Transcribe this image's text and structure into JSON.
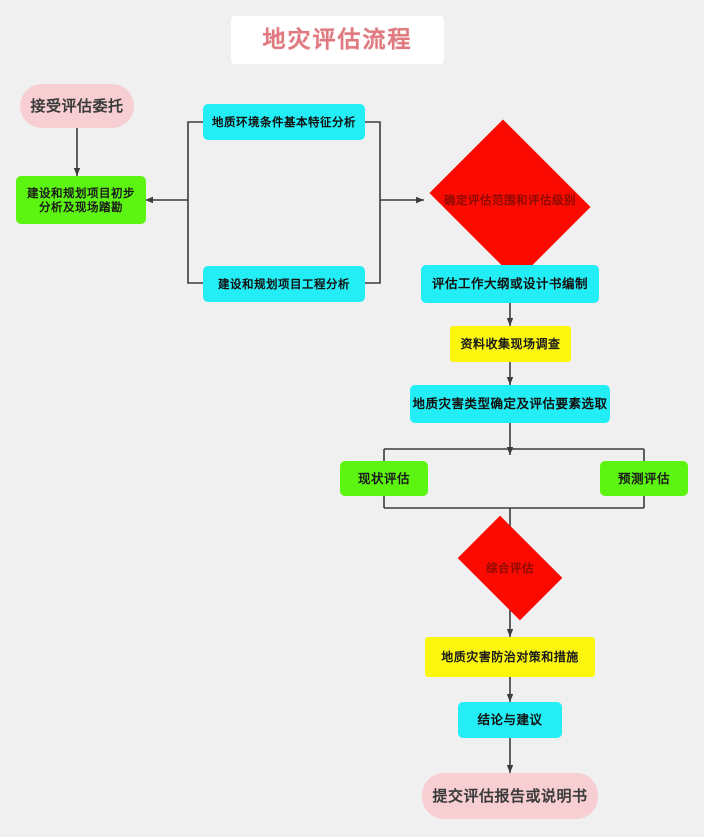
{
  "page": {
    "title": "地灾评估流程",
    "background_color": "#f0f0f0"
  },
  "colors": {
    "title_text": "#e07a80",
    "terminator_pink": "#f7cfd2",
    "process_green": "#5cf511",
    "process_cyan": "#23eef5",
    "process_yellow": "#fbf60e",
    "decision_red": "#fa0a00",
    "edge_line": "#3c3c3c"
  },
  "chart_data": {
    "type": "flowchart",
    "title": "地灾评估流程",
    "nodes": [
      {
        "id": "n1",
        "label": "接受评估委托",
        "shape": "terminator",
        "color": "#f7cfd2"
      },
      {
        "id": "n2",
        "label": "建设和规划项目初步分析及现场踏勘",
        "shape": "process",
        "color": "#5cf511"
      },
      {
        "id": "n3",
        "label": "地质环境条件基本特征分析",
        "shape": "process",
        "color": "#23eef5"
      },
      {
        "id": "n4",
        "label": "建设和规划项目工程分析",
        "shape": "process",
        "color": "#23eef5"
      },
      {
        "id": "n5",
        "label": "确定评估范围和评估级别",
        "shape": "decision",
        "color": "#fa0a00"
      },
      {
        "id": "n6",
        "label": "评估工作大纲或设计书编制",
        "shape": "process",
        "color": "#23eef5"
      },
      {
        "id": "n7",
        "label": "资料收集现场调查",
        "shape": "process",
        "color": "#fbf60e"
      },
      {
        "id": "n8",
        "label": "地质灾害类型确定及评估要素选取",
        "shape": "process",
        "color": "#23eef5"
      },
      {
        "id": "n9",
        "label": "现状评估",
        "shape": "process",
        "color": "#5cf511"
      },
      {
        "id": "n10",
        "label": "预测评估",
        "shape": "process",
        "color": "#5cf511"
      },
      {
        "id": "n11",
        "label": "综合评估",
        "shape": "decision",
        "color": "#fa0a00"
      },
      {
        "id": "n12",
        "label": "地质灾害防治对策和措施",
        "shape": "process",
        "color": "#fbf60e"
      },
      {
        "id": "n13",
        "label": "结论与建议",
        "shape": "process",
        "color": "#23eef5"
      },
      {
        "id": "n14",
        "label": "提交评估报告或说明书",
        "shape": "terminator",
        "color": "#f7cfd2"
      }
    ],
    "edges": [
      {
        "from": "n1",
        "to": "n2",
        "style": "straight"
      },
      {
        "from": "n3",
        "to": "n2",
        "style": "elbow-left"
      },
      {
        "from": "n4",
        "to": "n2",
        "style": "elbow-left"
      },
      {
        "from": "n3",
        "to": "n5",
        "style": "elbow-right"
      },
      {
        "from": "n4",
        "to": "n5",
        "style": "elbow-right"
      },
      {
        "from": "n5",
        "to": "n6",
        "style": "straight"
      },
      {
        "from": "n6",
        "to": "n7",
        "style": "straight"
      },
      {
        "from": "n7",
        "to": "n8",
        "style": "straight"
      },
      {
        "from": "n8",
        "to": "n9",
        "style": "split"
      },
      {
        "from": "n8",
        "to": "n10",
        "style": "split"
      },
      {
        "from": "n9",
        "to": "n11",
        "style": "merge"
      },
      {
        "from": "n10",
        "to": "n11",
        "style": "merge"
      },
      {
        "from": "n11",
        "to": "n12",
        "style": "straight"
      },
      {
        "from": "n12",
        "to": "n13",
        "style": "straight"
      },
      {
        "from": "n13",
        "to": "n14",
        "style": "straight"
      }
    ]
  }
}
